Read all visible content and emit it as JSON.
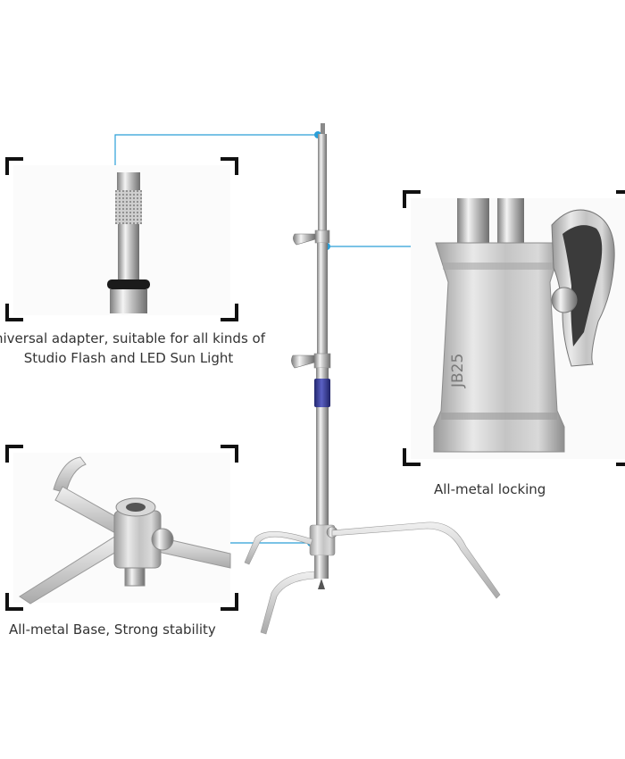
{
  "captions": {
    "adapter_line1": "niversal adapter, suitable for all kinds of",
    "adapter_line2": "Studio Flash and LED Sun Light",
    "locking": "All-metal locking",
    "base": "All-metal Base, Strong stability"
  },
  "knob_label": "JB25",
  "colors": {
    "callout_line": "#2a9fd8",
    "bracket": "#111111",
    "grip": "#3a3f9e",
    "metal_light": "#f2f2f2",
    "metal_dark": "#8a8a8a"
  }
}
